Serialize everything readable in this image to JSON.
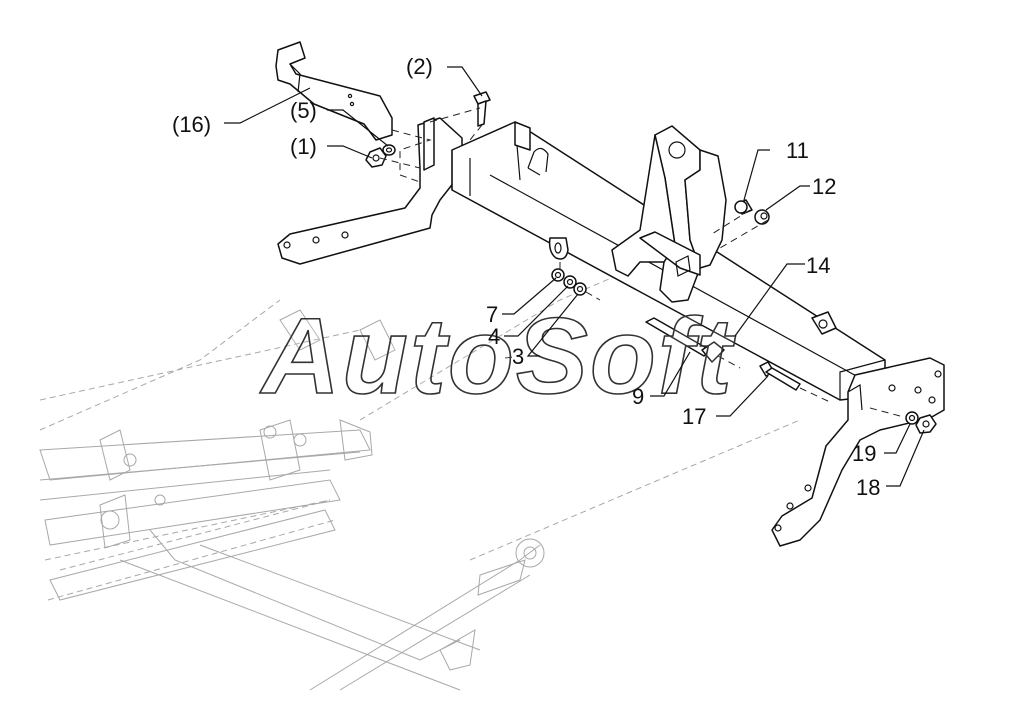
{
  "watermark": "AutoSoft",
  "callouts": {
    "c2": "(2)",
    "c5": "(5)",
    "c16": "(16)",
    "c1": "(1)",
    "c11": "11",
    "c12": "12",
    "c14": "14",
    "c7": "7",
    "c4": "4",
    "c3": "3",
    "c9": "9",
    "c17": "17",
    "c19": "19",
    "c18": "18"
  }
}
